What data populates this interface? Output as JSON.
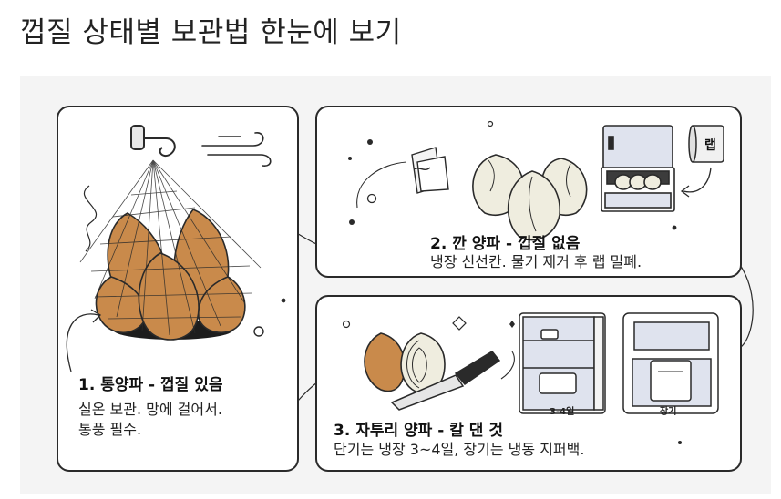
{
  "title": "껍질 상태별 보관법 한눈에 보기",
  "sections": [
    {
      "heading": "1. 통양파 - 껍질 있음",
      "lines": [
        "실온 보관. 망에 걸어서.",
        "통풍 필수."
      ]
    },
    {
      "heading": "2. 깐 양파 - 껍질 없음",
      "lines": [
        "냉장 신선칸. 물기 제거 후 랩 밀폐."
      ]
    },
    {
      "heading": "3. 자투리 양파 - 칼 댄 것",
      "lines": [
        "단기는 냉장 3~4일, 장기는 냉동 지퍼백."
      ]
    }
  ],
  "wrap_label": "랩",
  "fridge_label": "3-4일",
  "freezer_label": "장기",
  "colors": {
    "onion_skin": "#c98a4b",
    "onion_peeled": "#efeddf",
    "outline": "#2a2a2a",
    "fridge_blue": "#dfe3ee"
  }
}
